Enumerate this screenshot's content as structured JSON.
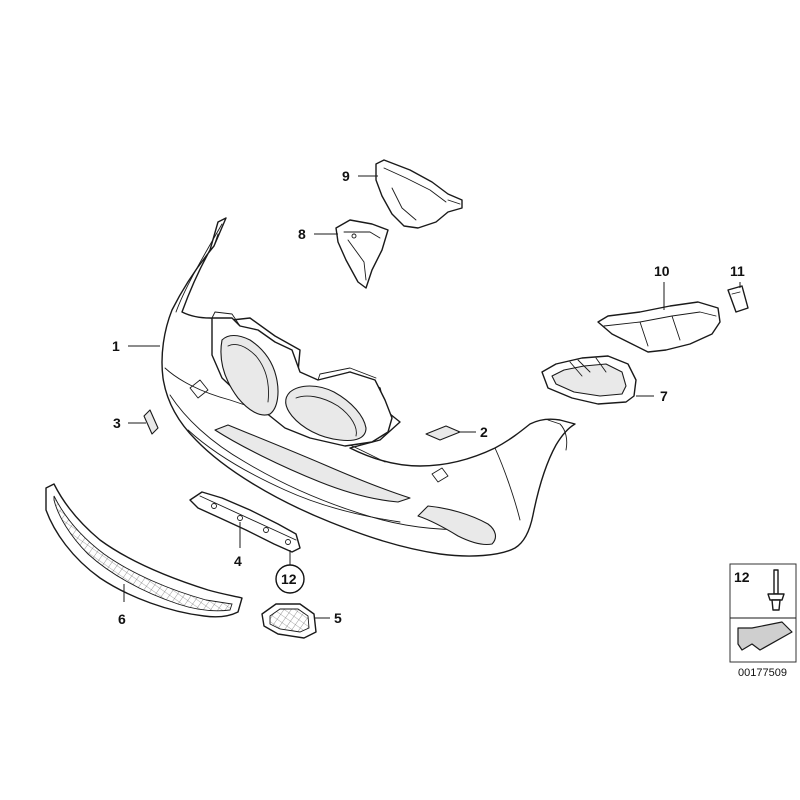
{
  "callouts": {
    "c1": "1",
    "c2": "2",
    "c3": "3",
    "c4": "4",
    "c5": "5",
    "c6": "6",
    "c7": "7",
    "c8": "8",
    "c9": "9",
    "c10": "10",
    "c11": "11",
    "c12": "12"
  },
  "inset": {
    "label": "12"
  },
  "reference_number": "00177509"
}
